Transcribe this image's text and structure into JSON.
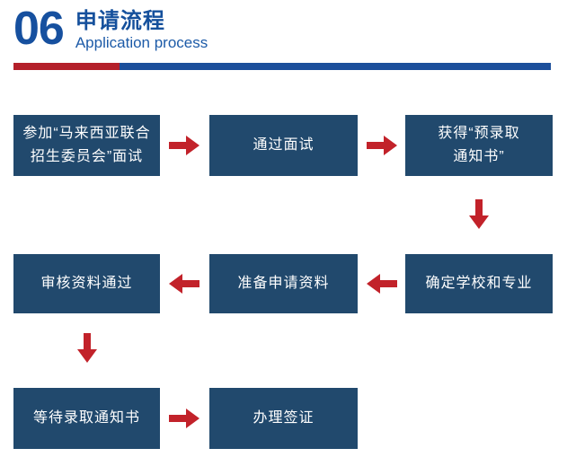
{
  "header": {
    "number": "06",
    "title_zh": "申请流程",
    "title_en": "Application process"
  },
  "divider": {
    "red_color": "#b4202a",
    "blue_color": "#1c4f9b"
  },
  "colors": {
    "box_navy": "#21496d",
    "arrow_red": "#c2222a",
    "header_blue": "#16509f",
    "box_text": "#ffffff",
    "background": "#ffffff"
  },
  "flow": {
    "steps": [
      {
        "label": "参加“马来西亚联合\n招生委员会”面试"
      },
      {
        "label": "通过面试"
      },
      {
        "label": "获得“预录取\n通知书”"
      },
      {
        "label": "确定学校和专业"
      },
      {
        "label": "准备申请资料"
      },
      {
        "label": "审核资料通过"
      },
      {
        "label": "等待录取通知书"
      },
      {
        "label": "办理签证"
      }
    ],
    "arrows": [
      {
        "dir": "right",
        "from": 1,
        "to": 2
      },
      {
        "dir": "right",
        "from": 2,
        "to": 3
      },
      {
        "dir": "down",
        "from": 3,
        "to": 4
      },
      {
        "dir": "left",
        "from": 4,
        "to": 5
      },
      {
        "dir": "left",
        "from": 5,
        "to": 6
      },
      {
        "dir": "down",
        "from": 6,
        "to": 7
      },
      {
        "dir": "right",
        "from": 7,
        "to": 8
      }
    ]
  }
}
